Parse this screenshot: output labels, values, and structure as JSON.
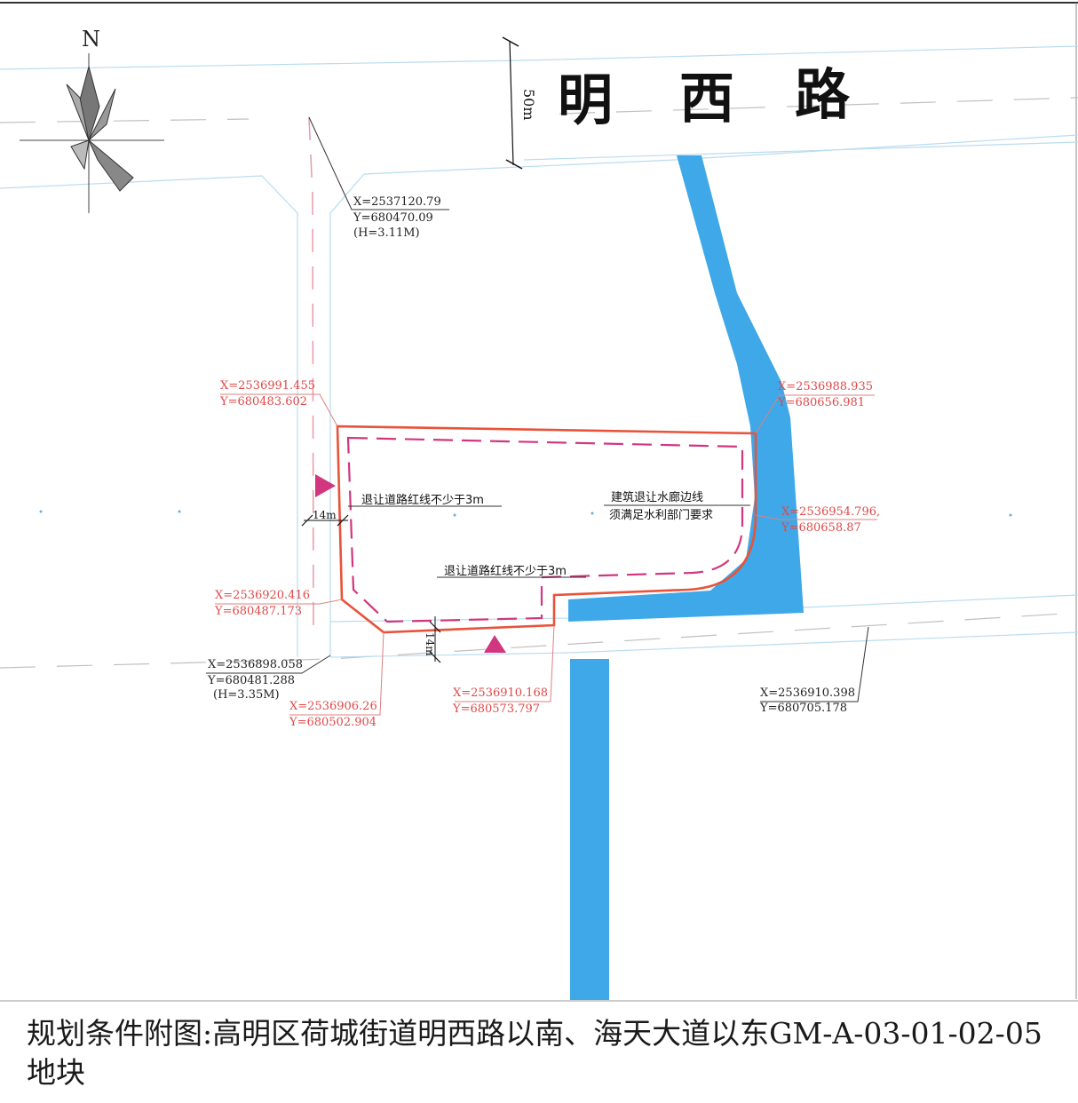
{
  "north_label": "N",
  "road": {
    "name_chars": [
      "明",
      "西",
      "路"
    ],
    "width_label": "50m"
  },
  "notes": {
    "setback_west": "退让道路红线不少于3m",
    "setback_south": "退让道路红线不少于3m",
    "water_line1": "建筑退让水廊边线",
    "water_line2": "须满足水利部门要求"
  },
  "dims": {
    "west_road": "14m",
    "south_road": "14m"
  },
  "coords_black": [
    {
      "x": "X=2537120.79",
      "y": "Y=680470.09",
      "h": "(H=3.11M)"
    },
    {
      "x": "X=2536898.058",
      "y": "Y=680481.288",
      "h": "(H=3.35M)"
    },
    {
      "x": "X=2536910.398",
      "y": "Y=680705.178"
    }
  ],
  "coords_red": [
    {
      "x": "X=2536991.455",
      "y": "Y=680483.602"
    },
    {
      "x": "X=2536988.935",
      "y": "Y=680656.981"
    },
    {
      "x": "X=2536954.796,",
      "y": "Y=680658.87"
    },
    {
      "x": "X=2536920.416",
      "y": "Y=680487.173"
    },
    {
      "x": "X=2536906.26",
      "y": "Y=680502.904"
    },
    {
      "x": "X=2536910.168",
      "y": "Y=680573.797"
    }
  ],
  "colors": {
    "boundary": "#e8533a",
    "setback": "#d0377f",
    "water": "#3ea8e8",
    "road_edge": "#b9dcf0",
    "access_marker": "#d0377f"
  },
  "caption": "规划条件附图:高明区荷城街道明西路以南、海天大道以东GM-A-03-01-02-05地块"
}
